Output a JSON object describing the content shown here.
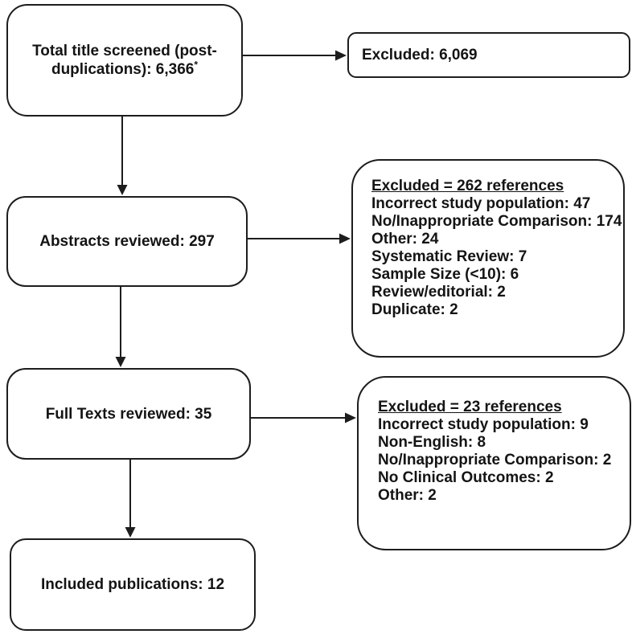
{
  "figure": {
    "background_color": "#ffffff",
    "line_color": "#1d1d1d",
    "type": "study-selection-flow-diagram"
  },
  "boxes": {
    "titles_screened": {
      "text": "Total title screened (post-duplications): 6,366",
      "note_marker": "*"
    },
    "excluded_titles": {
      "text": "Excluded: 6,069"
    },
    "abstracts_reviewed": {
      "text": "Abstracts reviewed: 297"
    },
    "excluded_abstracts": {
      "header": "Excluded = 262 references",
      "items": [
        "Incorrect study population: 47",
        "No/Inappropriate Comparison: 174",
        "Other: 24",
        "Systematic Review: 7",
        "Sample Size (<10): 6",
        "Review/editorial: 2",
        "Duplicate: 2"
      ]
    },
    "full_texts_reviewed": {
      "text": "Full Texts reviewed: 35"
    },
    "excluded_full_texts": {
      "header": "Excluded = 23 references",
      "items": [
        "Incorrect study population: 9",
        "Non-English: 8",
        "No/Inappropriate Comparison: 2",
        "No Clinical Outcomes: 2",
        "Other: 2"
      ]
    },
    "included_publications": {
      "text": "Included publications: 12"
    }
  }
}
